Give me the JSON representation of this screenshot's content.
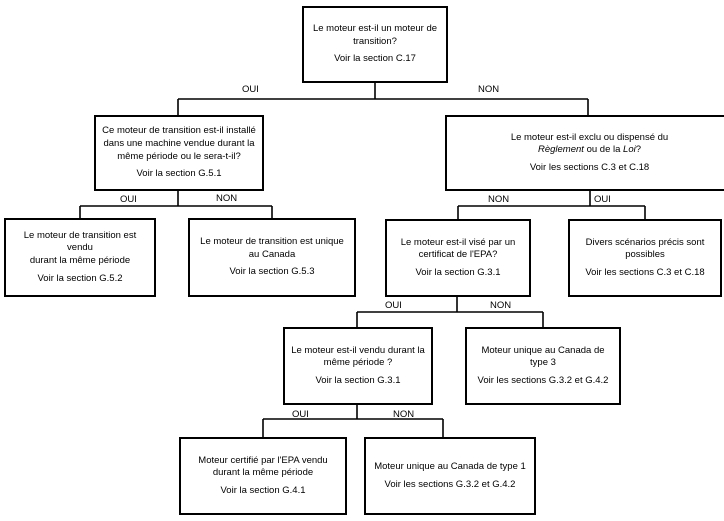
{
  "nodes": {
    "root": {
      "lines": [
        "Le moteur est-il un moteur  de",
        "transition?"
      ],
      "ref": "Voir la section C.17"
    },
    "transition_installed": {
      "lines": [
        "Ce moteur de transition est-il installé",
        "dans une machine vendue durant la",
        "même période ou le sera-t-il?"
      ],
      "ref": "Voir la section G.5.1"
    },
    "excluded": {
      "line1": "Le moteur est-il exclu ou dispensé du",
      "line2_a": "Règlement",
      "line2_b": " ou de la ",
      "line2_c": "Loi",
      "line2_d": "?",
      "ref": "Voir les sections C.3 et C.18"
    },
    "transition_sold": {
      "lines": [
        "Le moteur de transition est vendu",
        "durant la même période"
      ],
      "ref": "Voir la section G.5.2"
    },
    "transition_unique": {
      "lines": [
        "Le moteur de transition est unique",
        "au Canada"
      ],
      "ref": "Voir la section G.5.3"
    },
    "epa_certificate": {
      "lines": [
        "Le moteur est-il visé par un",
        "certificat de l'EPA?"
      ],
      "ref": "Voir la section G.3.1"
    },
    "scenarios": {
      "lines": [
        "Divers scénarios précis sont",
        "possibles"
      ],
      "ref": "Voir les sections C.3 et C.18"
    },
    "sold_same_period": {
      "lines": [
        "Le moteur est-il vendu durant la",
        "même période ?"
      ],
      "ref": "Voir la section G.3.1"
    },
    "unique_type3": {
      "lines": [
        "Moteur unique au Canada de type 3"
      ],
      "ref": "Voir les sections G.3.2 et G.4.2"
    },
    "epa_certified_sold": {
      "lines": [
        "Moteur certifié par l'EPA vendu",
        "durant la même période"
      ],
      "ref": "Voir la section G.4.1"
    },
    "unique_type1": {
      "lines": [
        "Moteur unique au Canada de type 1"
      ],
      "ref": "Voir les sections G.3.2 et G.4.2"
    }
  },
  "labels": {
    "root_yes": "OUI",
    "root_no": "NON",
    "transition_yes": "OUI",
    "transition_no": "NON",
    "excluded_no": "NON",
    "excluded_yes": "OUI",
    "epa_yes": "OUI",
    "epa_no": "NON",
    "sold_yes": "OUI",
    "sold_no": "NON"
  }
}
